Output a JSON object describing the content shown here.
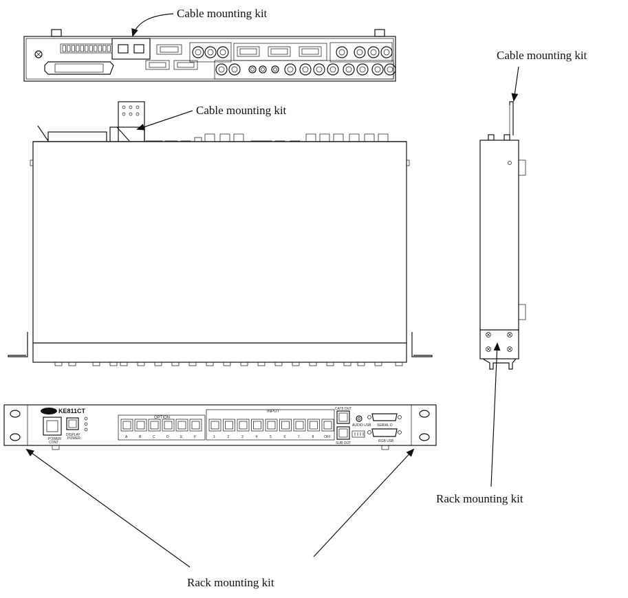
{
  "labels": {
    "cable_top": "Cable mounting kit",
    "cable_mid": "Cable mounting kit",
    "cable_right": "Cable mounting kit",
    "rack_right": "Rack mounting kit",
    "rack_bottom": "Rack mounting kit"
  },
  "front_panel": {
    "model": "KE811CT",
    "power": [
      "POWER",
      "CONT"
    ],
    "display_power": [
      "DISPLAY",
      "POWER"
    ],
    "option_title": "OPTION",
    "option_keys": [
      "A",
      "B",
      "C",
      "D",
      "E",
      "F"
    ],
    "input_title": "INPUT",
    "input_keys": [
      "1",
      "2",
      "3",
      "4",
      "5",
      "6",
      "7",
      "8",
      "OFF"
    ],
    "cat5_out": "CAT5 OUT",
    "sub_out": "SUB OUT",
    "audio_usb": "AUDIO USB",
    "serial": "SERIAL D",
    "rgb_usb": "RGB USB"
  },
  "colors": {
    "line": "#111111",
    "background": "#ffffff"
  }
}
